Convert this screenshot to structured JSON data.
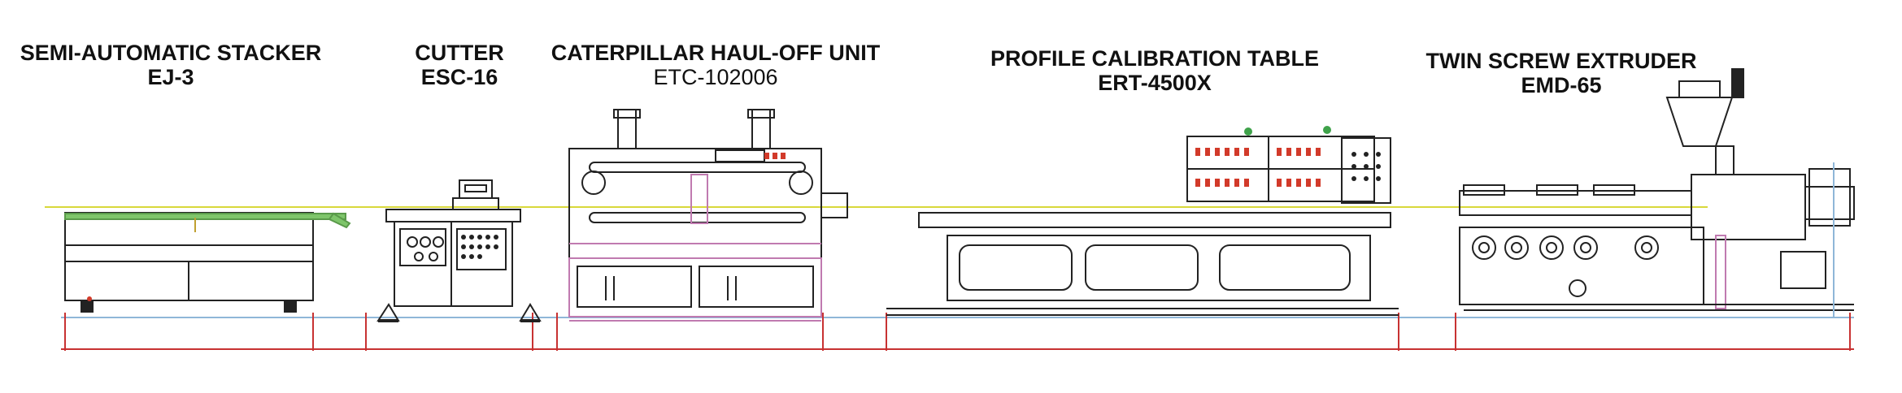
{
  "units": [
    {
      "id": "stacker",
      "name": "SEMI-AUTOMATIC STACKER",
      "model": "EJ-3"
    },
    {
      "id": "cutter",
      "name": "CUTTER",
      "model": "ESC-16"
    },
    {
      "id": "haul_off",
      "name": "CATERPILLAR HAUL-OFF UNIT",
      "model": "ETC-102006"
    },
    {
      "id": "calibration",
      "name": "PROFILE CALIBRATION TABLE",
      "model": "ERT-4500X"
    },
    {
      "id": "extruder",
      "name": "TWIN SCREW EXTRUDER",
      "model": "EMD-65"
    }
  ],
  "colors": {
    "outline": "#222222",
    "pipe": "#d8d83a",
    "stacker_green": "#7ec56a",
    "dimension": "#c83232",
    "frame_pink": "#c07ab0",
    "floor_blue": "#8fb7d8",
    "indicator_red": "#d23a2a",
    "indicator_green": "#3fa24a"
  }
}
